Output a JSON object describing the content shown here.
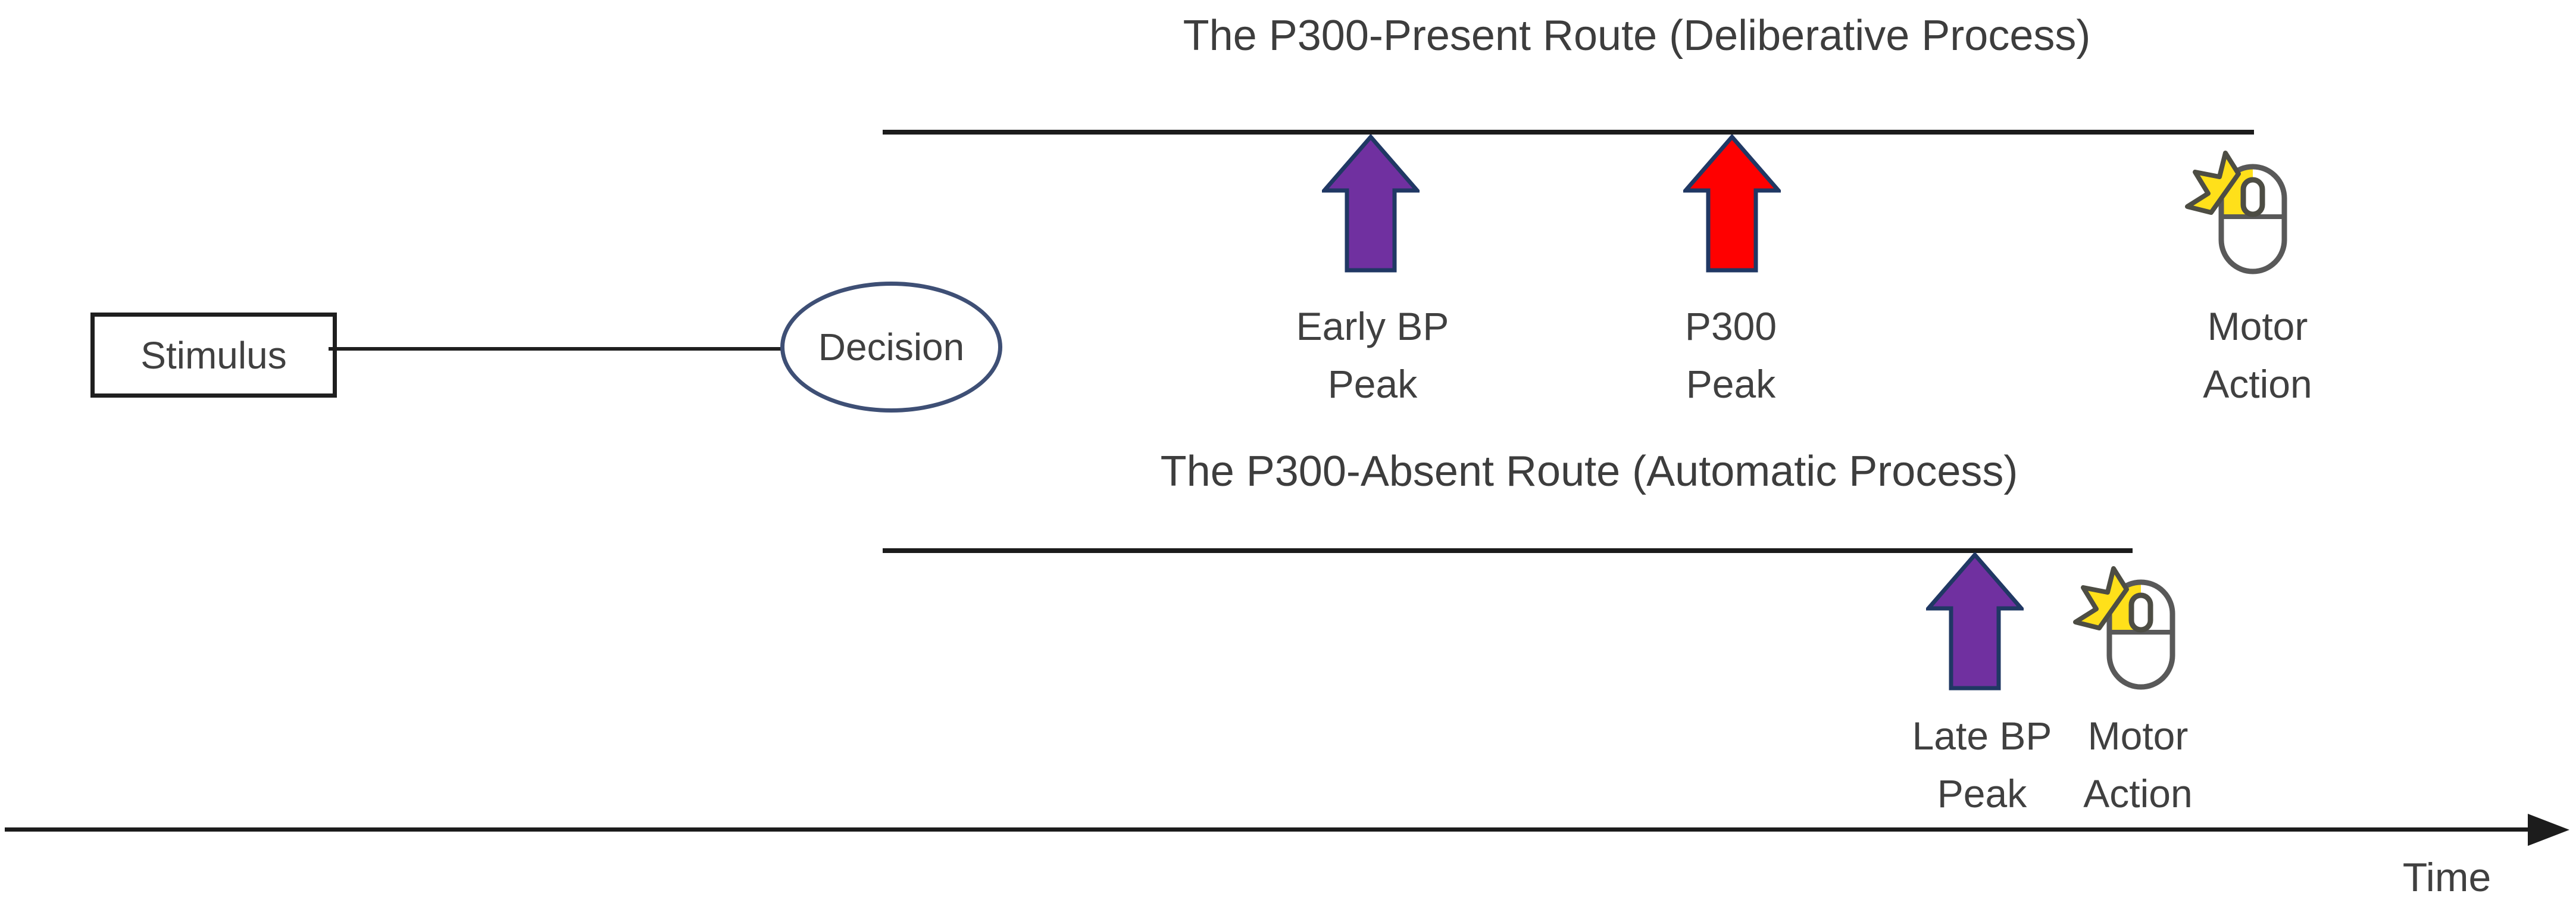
{
  "diagram": {
    "top_route": {
      "title": "The P300-Present Route (Deliberative Process)",
      "events": [
        {
          "marker": "bp-arrow-purple",
          "label_line1": "Early BP",
          "label_line2": "Peak"
        },
        {
          "marker": "p300-arrow-red",
          "label_line1": "P300",
          "label_line2": "Peak"
        },
        {
          "marker": "mouse-click-icon",
          "label_line1": "Motor",
          "label_line2": "Action"
        }
      ]
    },
    "bottom_route": {
      "title": "The P300-Absent Route (Automatic Process)",
      "events": [
        {
          "marker": "bp-arrow-purple",
          "label_line1": "Late BP",
          "label_line2": "Peak"
        },
        {
          "marker": "mouse-click-icon",
          "label_line1": "Motor",
          "label_line2": "Action"
        }
      ]
    },
    "stimulus_label": "Stimulus",
    "decision_label": "Decision",
    "time_axis_label": "Time",
    "colors": {
      "bp_arrow_fill": "#7030A0",
      "p300_arrow_fill": "#FF0000",
      "arrow_outline": "#203864",
      "ellipse_outline": "#3E4F75",
      "mouse_outline": "#595959",
      "click_yellow": "#FFE01A",
      "burst_outline": "#4D4D44",
      "text": "#404040",
      "line": "#1C1C1C"
    }
  }
}
